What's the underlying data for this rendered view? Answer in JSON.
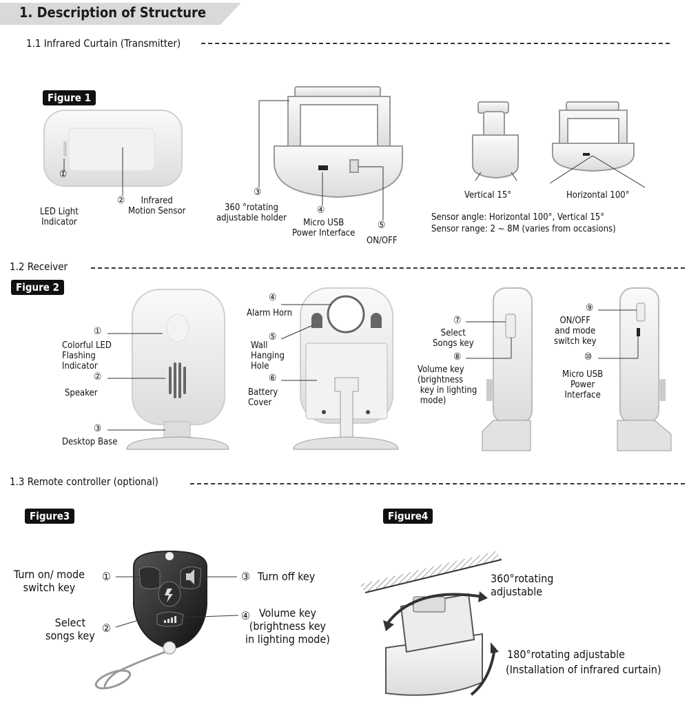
{
  "header": {
    "title": "1. Description of Structure"
  },
  "sections": {
    "s11": "1.1  Infrared Curtain (Transmitter)",
    "s12": "1.2  Receiver",
    "s13": "1.3 Remote controller (optional)"
  },
  "figures": {
    "f1": "Figure 1",
    "f2": "Figure 2",
    "f3": "Figure3",
    "f4": "Figure4"
  },
  "transmitter": {
    "n1": "①",
    "l1": "LED Light\nIndicator",
    "n2": "②",
    "l2": "Infrared\nMotion Sensor",
    "n3": "③",
    "l3": "360 °rotating\nadjustable holder",
    "n4": "④",
    "l4": "Micro USB\nPower Interface",
    "n5": "⑤",
    "l5": "ON/OFF",
    "vertical": "Vertical 15°",
    "horizontal": "Horizontal 100°",
    "angle": "Sensor angle: Horizontal 100°,  Vertical 15°",
    "range": "Sensor range: 2 ~ 8M (varies from occasions)"
  },
  "receiver": {
    "n1": "①",
    "l1": "Colorful LED\nFlashing\nIndicator",
    "n2": "②",
    "l2": "Speaker",
    "n3": "③",
    "l3": "Desktop Base",
    "n4": "④",
    "l4": "Alarm Horn",
    "n5": "⑤",
    "l5": "Wall\nHanging\nHole",
    "n6": "⑥",
    "l6": "Battery\nCover",
    "n7": "⑦",
    "l7": "Select\nSongs key",
    "n8": "⑧",
    "l8": "Volume key\n(brightness\n key in lighting\n mode)",
    "n9": "⑨",
    "l9": "ON/OFF\nand mode\nswitch key",
    "n10": "⑩",
    "l10": "Micro USB\nPower\nInterface"
  },
  "remote": {
    "n1": "①",
    "l1": "Turn on/ mode\nswitch key",
    "n2": "②",
    "l2": "Select\nsongs key",
    "n3": "③",
    "l3": "Turn off key",
    "n4": "④",
    "l4": "Volume key\n(brightness key\nin lighting mode)",
    "rot360": "360°rotating\nadjustable",
    "rot180": "180°rotating  adjustable",
    "install": "(Installation of infrared curtain)"
  }
}
